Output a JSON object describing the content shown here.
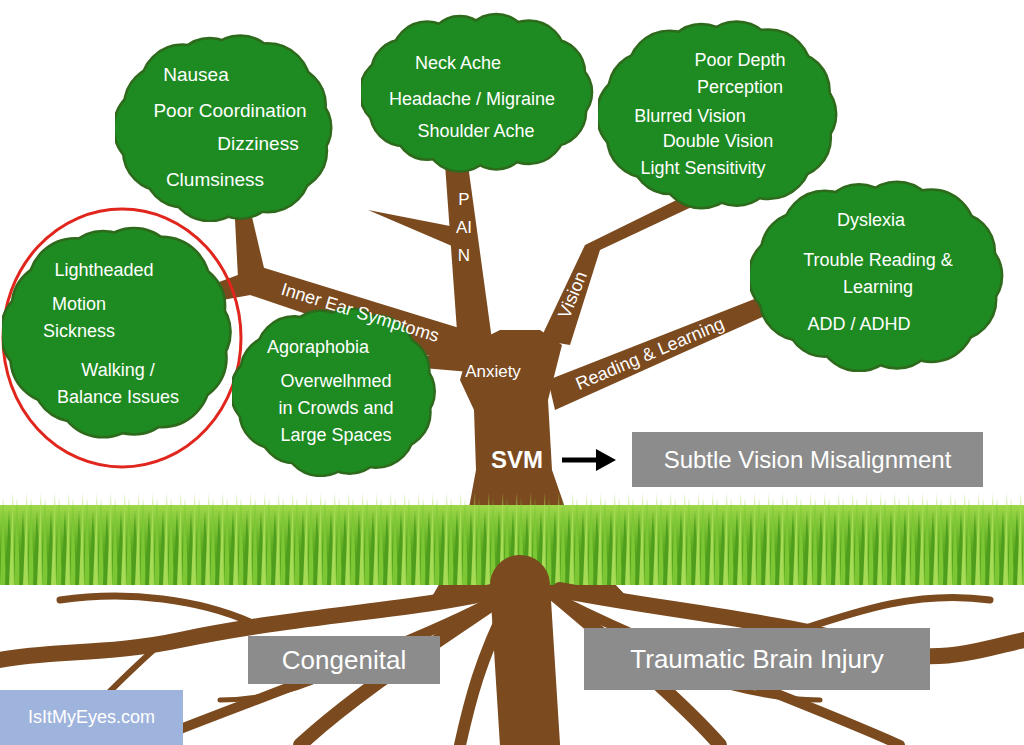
{
  "diagram": {
    "nodes": [
      {
        "text": [
          "Nausea",
          "Poor Coordination",
          "Dizziness",
          "Clumsiness"
        ]
      },
      {
        "text": [
          "Neck Ache",
          "Headache / Migraine",
          "Shoulder Ache"
        ]
      },
      {
        "text": [
          "Poor Depth Perception",
          "Blurred Vision",
          "Double Vision",
          "Light Sensitivity"
        ]
      },
      {
        "text": [
          "Lightheaded",
          "Motion Sickness",
          "Walking / Balance Issues"
        ]
      },
      {
        "text": [
          "Agoraphobia",
          "Overwelhmed in Crowds and Large Spaces"
        ]
      },
      {
        "text": [
          "Dyslexia",
          "Trouble Reading & Learning",
          "ADD / ADHD"
        ]
      },
      {
        "text": [
          "Subtle Vision Misalignment"
        ]
      },
      {
        "text": [
          "Congenital"
        ]
      },
      {
        "text": [
          "Traumatic Brain Injury"
        ]
      },
      {
        "text": [
          "IsItMyEyes.com"
        ]
      }
    ],
    "labels": [
      "Inner Ear Symptoms",
      "PAIN",
      "Anxiety",
      "Vision",
      "Reading & Learning",
      "SVM"
    ]
  }
}
